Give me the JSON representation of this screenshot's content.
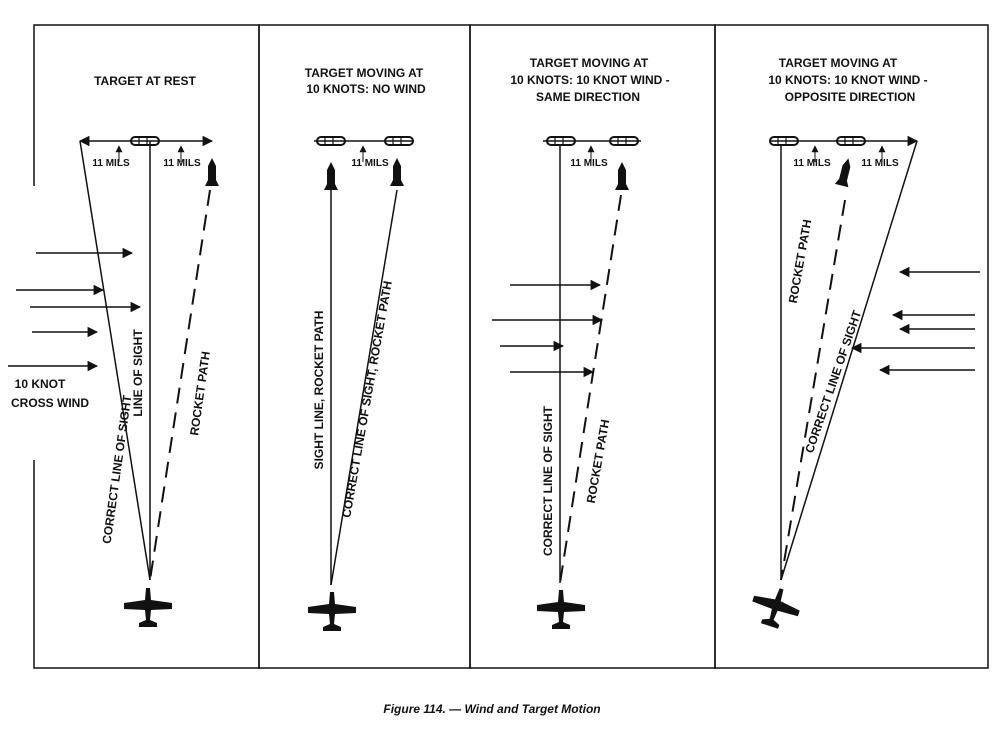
{
  "figure_caption": "Figure 114. — Wind and Target Motion",
  "panels": [
    {
      "title_lines": [
        "TARGET AT REST"
      ],
      "mils_left": "11 MILS",
      "mils_right": "11 MILS",
      "wind_label_lines": [
        "10 KNOT",
        "CROSS WIND"
      ],
      "path_labels": [
        "CORRECT LINE OF SIGHT",
        "LINE OF SIGHT",
        "ROCKET PATH"
      ]
    },
    {
      "title_lines": [
        "TARGET MOVING AT",
        "10 KNOTS: NO WIND"
      ],
      "mils": "11 MILS",
      "path_labels": [
        "SIGHT LINE, ROCKET PATH",
        "CORRECT LINE OF SIGHT, ROCKET PATH"
      ]
    },
    {
      "title_lines": [
        "TARGET MOVING AT",
        "10 KNOTS: 10 KNOT WIND -",
        "SAME DIRECTION"
      ],
      "mils": "11 MILS",
      "path_labels": [
        "CORRECT LINE OF SIGHT",
        "ROCKET PATH"
      ]
    },
    {
      "title_lines": [
        "TARGET MOVING AT",
        "10 KNOTS: 10 KNOT WIND -",
        "OPPOSITE DIRECTION"
      ],
      "mils_left": "11 MILS",
      "mils_right": "11 MILS",
      "path_labels": [
        "ROCKET PATH",
        "CORRECT LINE OF SIGHT"
      ]
    }
  ]
}
